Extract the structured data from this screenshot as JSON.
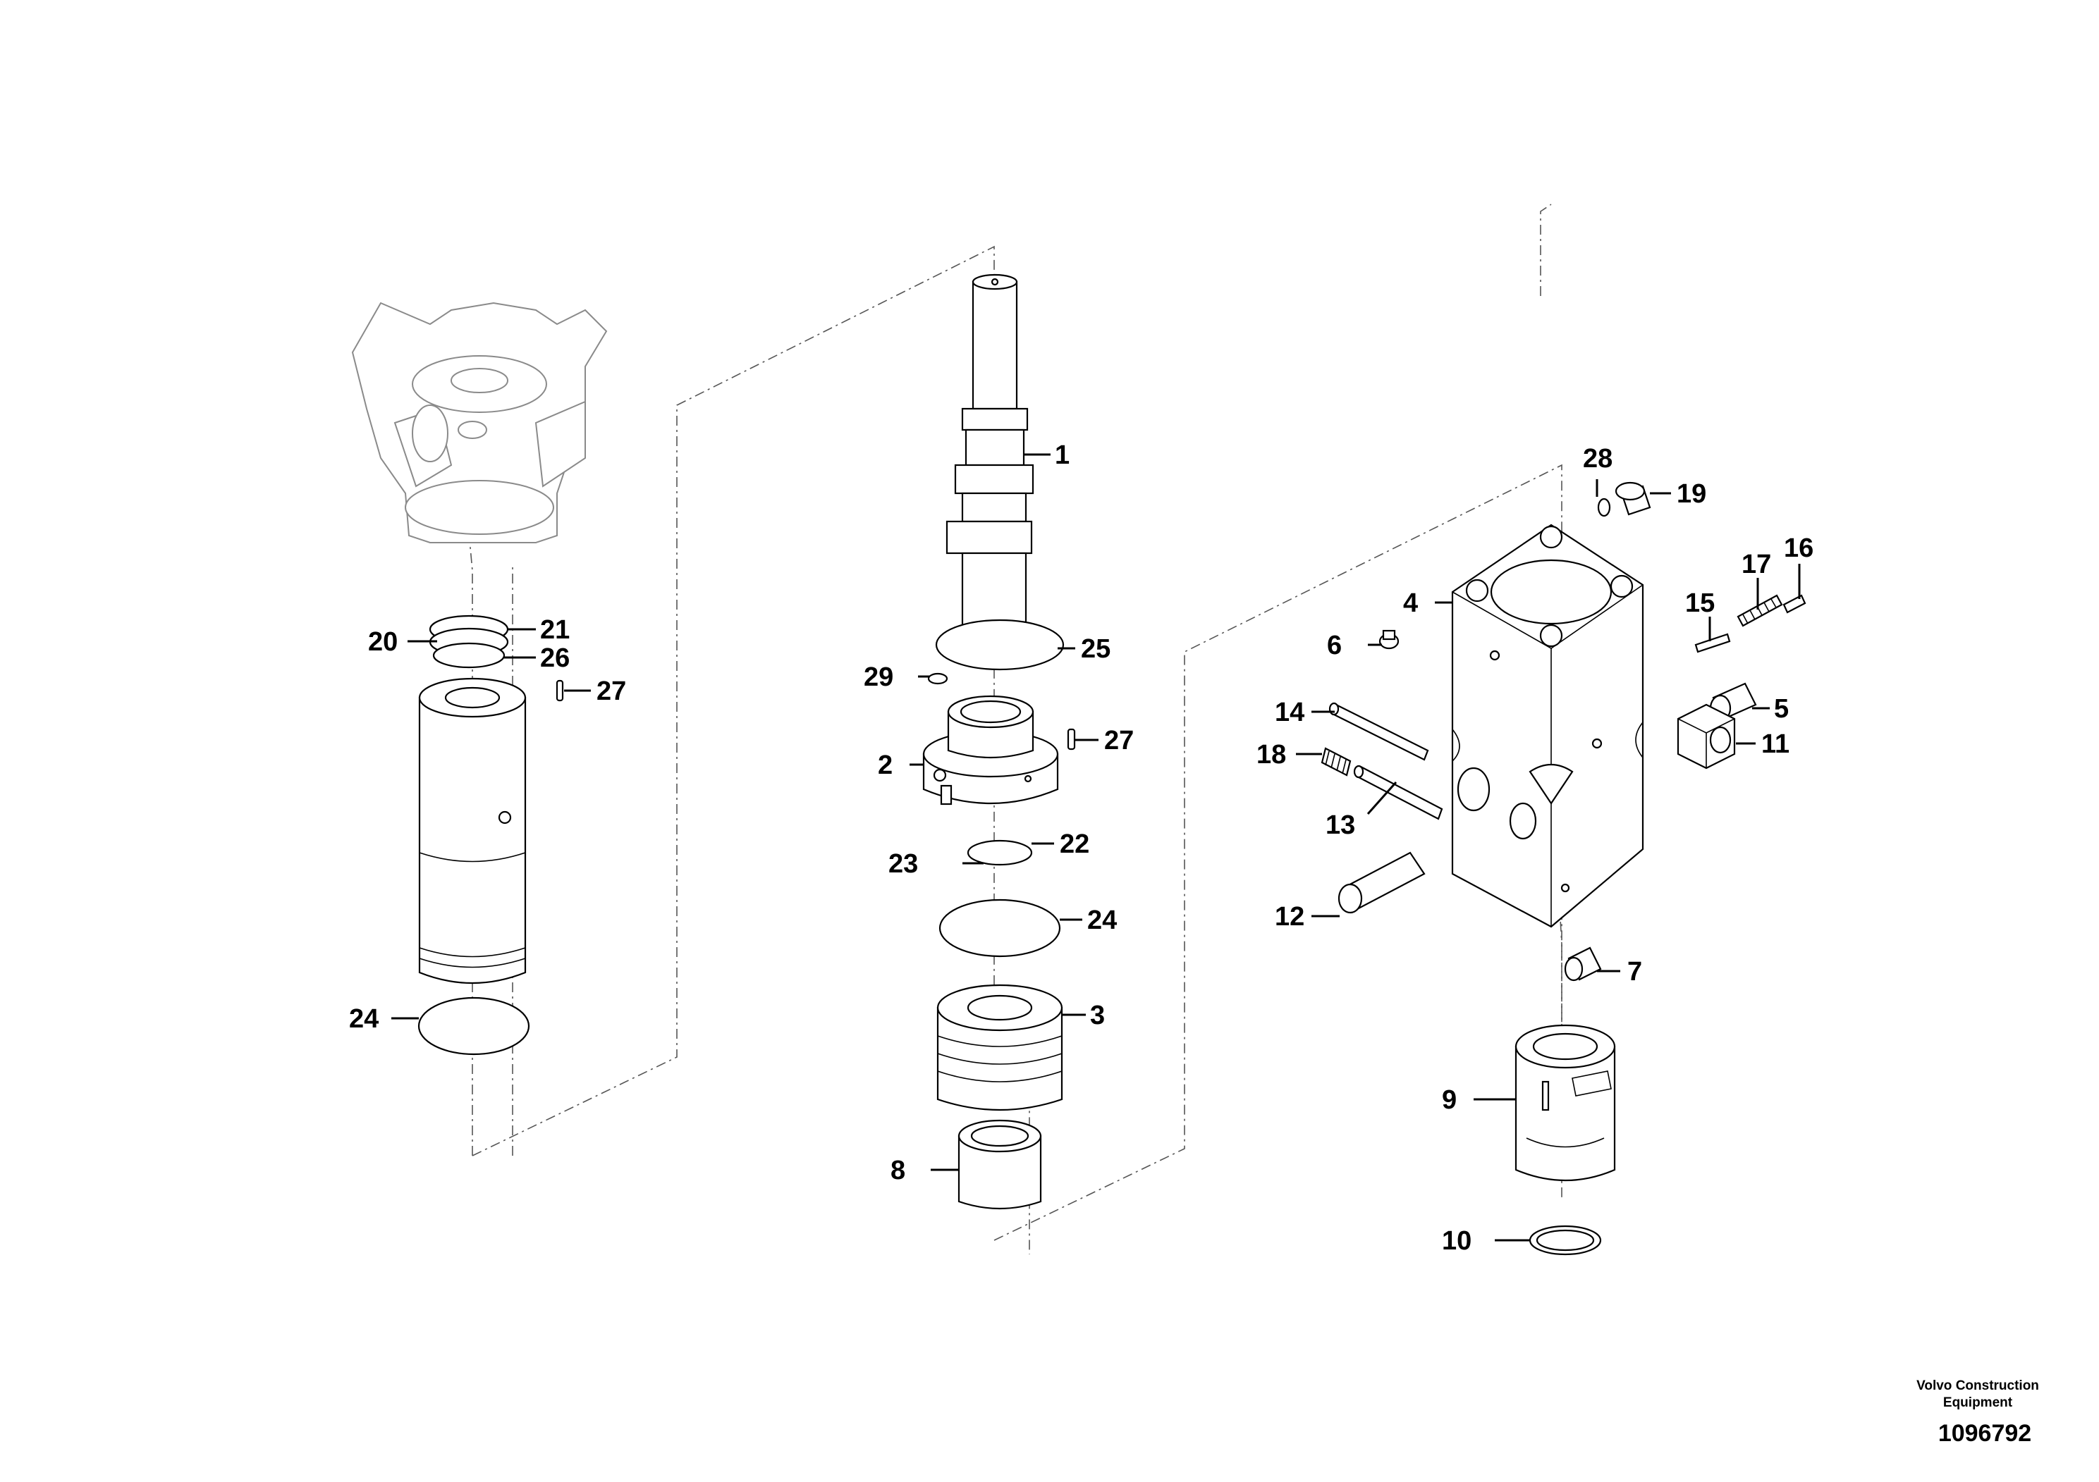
{
  "callouts": [
    {
      "id": "1",
      "label": "1"
    },
    {
      "id": "2",
      "label": "2"
    },
    {
      "id": "3",
      "label": "3"
    },
    {
      "id": "4",
      "label": "4"
    },
    {
      "id": "5",
      "label": "5"
    },
    {
      "id": "6",
      "label": "6"
    },
    {
      "id": "7",
      "label": "7"
    },
    {
      "id": "8",
      "label": "8"
    },
    {
      "id": "9",
      "label": "9"
    },
    {
      "id": "10",
      "label": "10"
    },
    {
      "id": "11",
      "label": "11"
    },
    {
      "id": "12",
      "label": "12"
    },
    {
      "id": "13",
      "label": "13"
    },
    {
      "id": "14",
      "label": "14"
    },
    {
      "id": "15",
      "label": "15"
    },
    {
      "id": "16",
      "label": "16"
    },
    {
      "id": "17",
      "label": "17"
    },
    {
      "id": "18",
      "label": "18"
    },
    {
      "id": "19",
      "label": "19"
    },
    {
      "id": "20",
      "label": "20"
    },
    {
      "id": "21",
      "label": "21"
    },
    {
      "id": "22",
      "label": "22"
    },
    {
      "id": "23",
      "label": "23"
    },
    {
      "id": "24a",
      "label": "24"
    },
    {
      "id": "24b",
      "label": "24"
    },
    {
      "id": "25",
      "label": "25"
    },
    {
      "id": "26",
      "label": "26"
    },
    {
      "id": "27a",
      "label": "27"
    },
    {
      "id": "27b",
      "label": "27"
    },
    {
      "id": "28",
      "label": "28"
    },
    {
      "id": "29",
      "label": "29"
    }
  ],
  "footer": {
    "manufacturer": "Volvo Construction Equipment",
    "drawing_number": "1096792"
  }
}
